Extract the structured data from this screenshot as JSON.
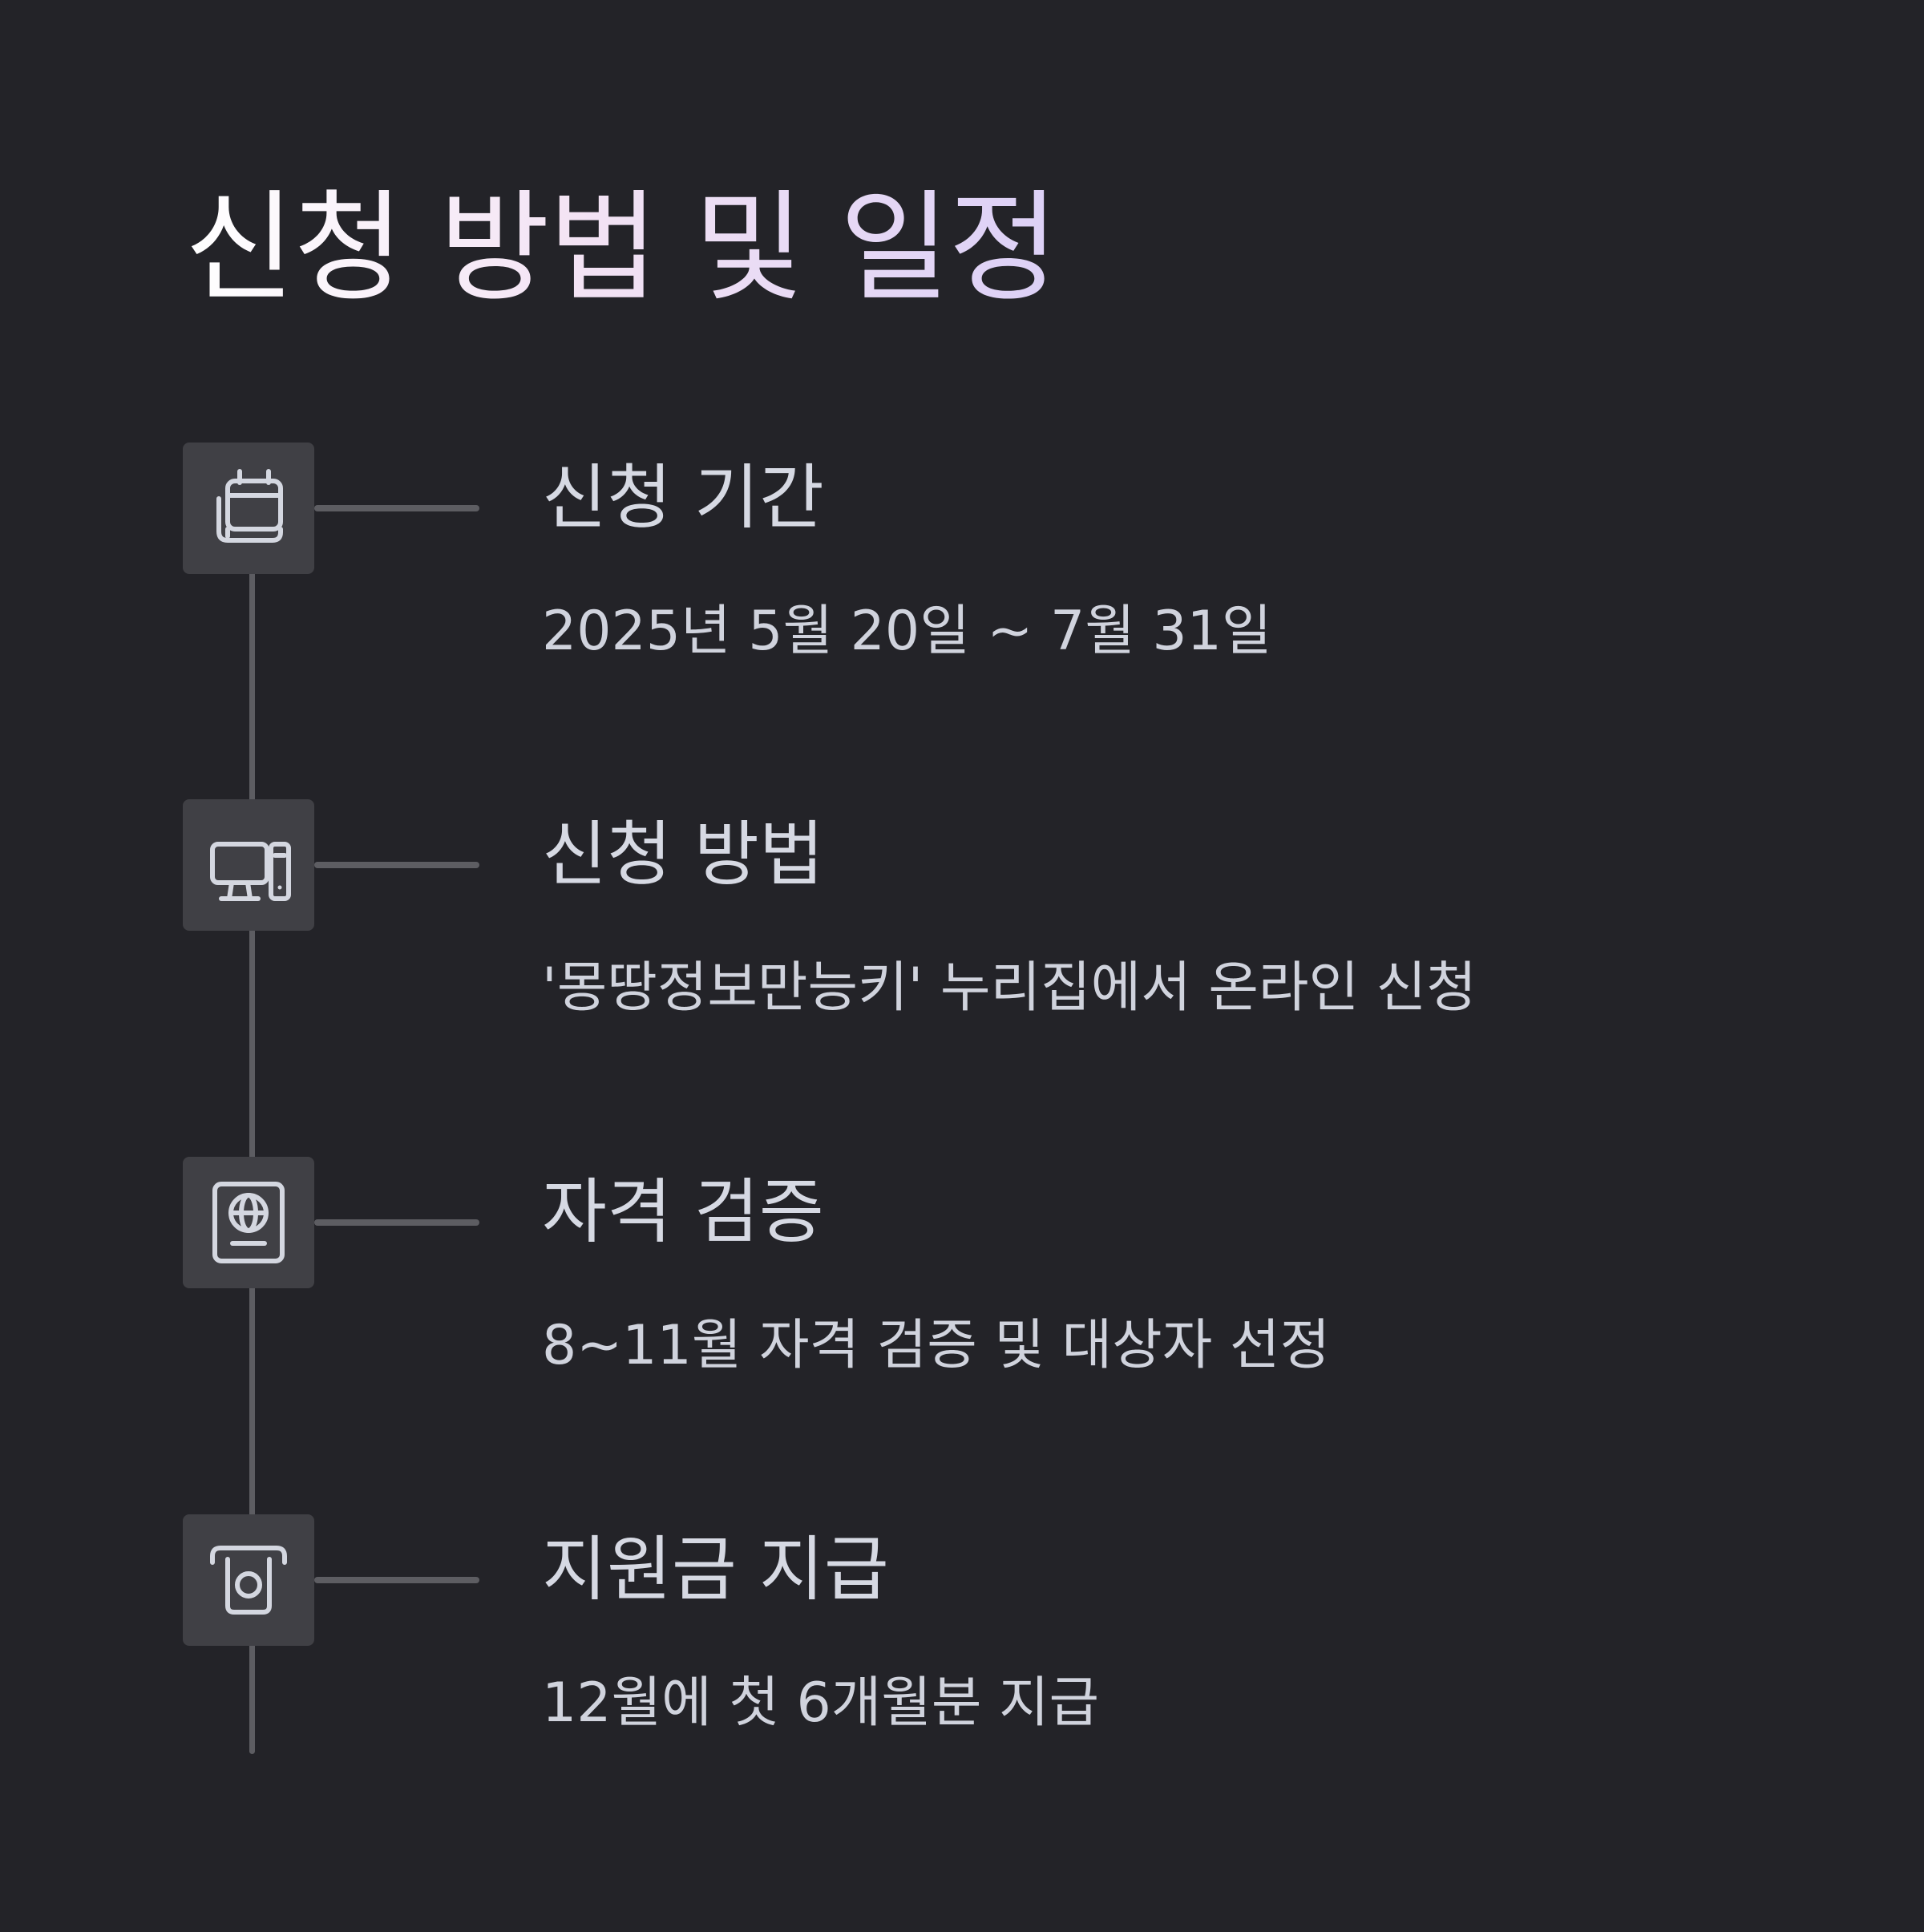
{
  "title": "신청 방법 및 일정",
  "steps": [
    {
      "heading": "신청 기간",
      "description": "2025년 5월 20일 ~ 7월 31일",
      "icon": "calendar-icon"
    },
    {
      "heading": "신청 방법",
      "description": "'몽땅정보만능키' 누리집에서 온라인 신청",
      "icon": "desktop-computer-icon"
    },
    {
      "heading": "자격 검증",
      "description": "8~11월 자격 검증 및 대상자 선정",
      "icon": "passport-icon"
    },
    {
      "heading": "지원금 지급",
      "description": "12월에 첫 6개월분 지급",
      "icon": "payment-scan-icon"
    }
  ],
  "colors": {
    "background": "#232328",
    "icon_box": "#404045",
    "line": "#5d5d62",
    "text": "#d6d9e3",
    "title_gradient_start": "#ffffff",
    "title_gradient_end": "#dcd0f6"
  }
}
